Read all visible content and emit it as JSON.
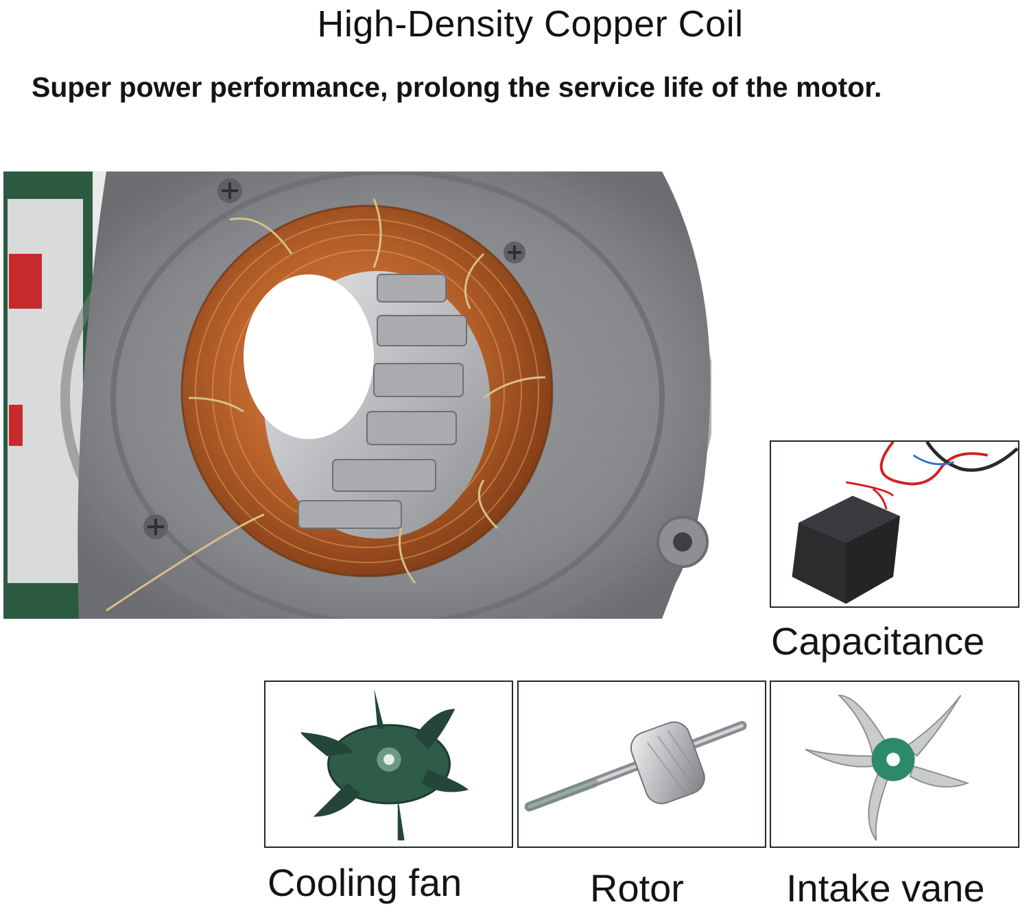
{
  "heading": "High-Density Copper Coil",
  "tagline": "Super power performance, prolong the service life of the motor.",
  "parts": {
    "capacitance": "Capacitance",
    "cooling_fan": "Cooling fan",
    "rotor": "Rotor",
    "intake_vane": "Intake vane"
  },
  "colors": {
    "copper": "#b5602a",
    "housing": "#8a8c8f",
    "tile_border": "#1e2c22",
    "fan_green": "#2f5c48"
  }
}
